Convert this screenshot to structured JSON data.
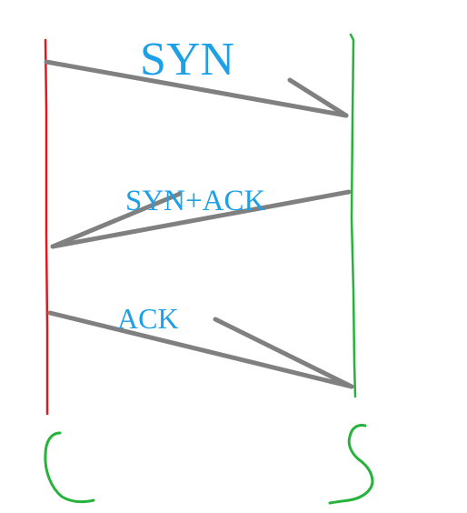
{
  "diagram": {
    "colors": {
      "client_line": "#e0191f",
      "server_line": "#25b33a",
      "arrow": "#808080",
      "label": "#1ea0e6",
      "endpoint_letter": "#25b33a"
    },
    "client": {
      "letter": "C"
    },
    "server": {
      "letter": "S"
    },
    "messages": [
      {
        "label": "SYN",
        "direction": "client-to-server"
      },
      {
        "label": "SYN+ACK",
        "direction": "server-to-client"
      },
      {
        "label": "ACK",
        "direction": "client-to-server"
      }
    ]
  }
}
